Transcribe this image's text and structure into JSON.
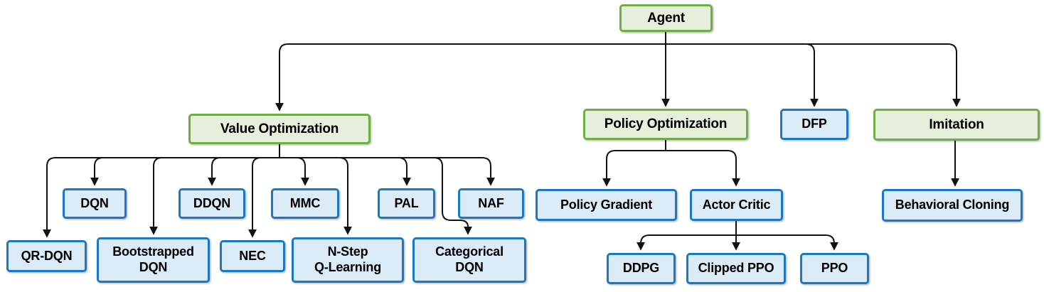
{
  "colors": {
    "line": "#111111",
    "green_border": "#70ad47",
    "green_fill": "#e6efdb",
    "blue_border": "#1b78c4",
    "blue_fill": "#dcebf8"
  },
  "nodes": {
    "agent": {
      "label": "Agent",
      "type": "green"
    },
    "value_optimization": {
      "label": "Value Optimization",
      "type": "green"
    },
    "policy_optimization": {
      "label": "Policy Optimization",
      "type": "green"
    },
    "dfp": {
      "label": "DFP",
      "type": "blue"
    },
    "imitation": {
      "label": "Imitation",
      "type": "green"
    },
    "dqn": {
      "label": "DQN",
      "type": "blue"
    },
    "ddqn": {
      "label": "DDQN",
      "type": "blue"
    },
    "mmc": {
      "label": "MMC",
      "type": "blue"
    },
    "pal": {
      "label": "PAL",
      "type": "blue"
    },
    "naf": {
      "label": "NAF",
      "type": "blue"
    },
    "qr_dqn": {
      "label": "QR-DQN",
      "type": "blue"
    },
    "bootstrapped_dqn": {
      "label": "Bootstrapped\nDQN",
      "type": "blue"
    },
    "nec": {
      "label": "NEC",
      "type": "blue"
    },
    "n_step_q_learning": {
      "label": "N-Step\nQ-Learning",
      "type": "blue"
    },
    "categorical_dqn": {
      "label": "Categorical\nDQN",
      "type": "blue"
    },
    "policy_gradient": {
      "label": "Policy Gradient",
      "type": "blue"
    },
    "actor_critic": {
      "label": "Actor Critic",
      "type": "blue"
    },
    "behavioral_cloning": {
      "label": "Behavioral Cloning",
      "type": "blue"
    },
    "ddpg": {
      "label": "DDPG",
      "type": "blue"
    },
    "clipped_ppo": {
      "label": "Clipped PPO",
      "type": "blue"
    },
    "ppo": {
      "label": "PPO",
      "type": "blue"
    }
  },
  "edges": [
    {
      "from": "agent",
      "to": "value_optimization"
    },
    {
      "from": "agent",
      "to": "policy_optimization"
    },
    {
      "from": "agent",
      "to": "dfp"
    },
    {
      "from": "agent",
      "to": "imitation"
    },
    {
      "from": "value_optimization",
      "to": "qr_dqn"
    },
    {
      "from": "value_optimization",
      "to": "dqn"
    },
    {
      "from": "value_optimization",
      "to": "bootstrapped_dqn"
    },
    {
      "from": "value_optimization",
      "to": "ddqn"
    },
    {
      "from": "value_optimization",
      "to": "nec"
    },
    {
      "from": "value_optimization",
      "to": "mmc"
    },
    {
      "from": "value_optimization",
      "to": "n_step_q_learning"
    },
    {
      "from": "value_optimization",
      "to": "pal"
    },
    {
      "from": "value_optimization",
      "to": "categorical_dqn"
    },
    {
      "from": "value_optimization",
      "to": "naf"
    },
    {
      "from": "policy_optimization",
      "to": "policy_gradient"
    },
    {
      "from": "policy_optimization",
      "to": "actor_critic"
    },
    {
      "from": "actor_critic",
      "to": "ddpg"
    },
    {
      "from": "actor_critic",
      "to": "clipped_ppo"
    },
    {
      "from": "actor_critic",
      "to": "ppo"
    },
    {
      "from": "imitation",
      "to": "behavioral_cloning"
    }
  ]
}
